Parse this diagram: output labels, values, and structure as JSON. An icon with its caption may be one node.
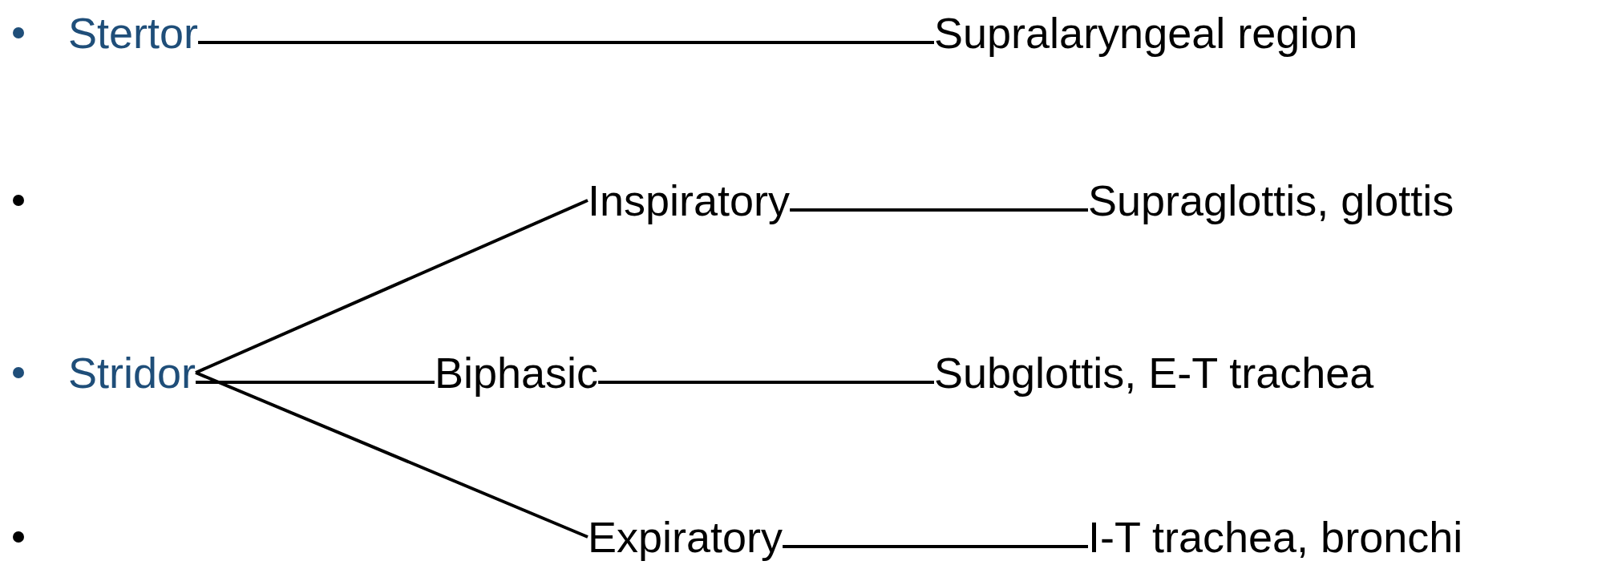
{
  "diagram": {
    "nodes": [
      {
        "text": [
          "Stertor"
        ]
      },
      {
        "text": [
          "Supralaryngeal region"
        ]
      },
      {
        "text": [
          "Inspiratory"
        ]
      },
      {
        "text": [
          "Supraglottis, glottis"
        ]
      },
      {
        "text": [
          "Stridor"
        ]
      },
      {
        "text": [
          "Biphasic"
        ]
      },
      {
        "text": [
          "Subglottis, E-T trachea"
        ]
      },
      {
        "text": [
          "Expiratory"
        ]
      },
      {
        "text": [
          "I-T trachea, bronchi"
        ]
      }
    ],
    "edges": [
      {
        "from": 0,
        "to": 1,
        "arrow": "none"
      },
      {
        "from": 2,
        "to": 3,
        "arrow": "none"
      },
      {
        "from": 4,
        "to": 2,
        "arrow": "none"
      },
      {
        "from": 4,
        "to": 5,
        "arrow": "none"
      },
      {
        "from": 5,
        "to": 6,
        "arrow": "none"
      },
      {
        "from": 4,
        "to": 7,
        "arrow": "none"
      },
      {
        "from": 7,
        "to": 8,
        "arrow": "none"
      }
    ]
  }
}
